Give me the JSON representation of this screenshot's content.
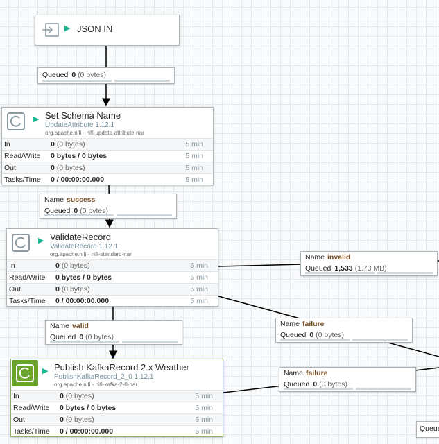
{
  "input_port": {
    "name": "JSON IN"
  },
  "processors": [
    {
      "name": "Set Schema Name",
      "type": "UpdateAttribute 1.12.1",
      "bundle": "org.apache.nifi - nifi-update-attribute-nar",
      "stats": [
        {
          "label": "In",
          "value": "0",
          "detail": "(0 bytes)",
          "time": "5 min"
        },
        {
          "label": "Read/Write",
          "value": "0 bytes / 0 bytes",
          "detail": "",
          "time": "5 min"
        },
        {
          "label": "Out",
          "value": "0",
          "detail": "(0 bytes)",
          "time": "5 min"
        },
        {
          "label": "Tasks/Time",
          "value": "0 / 00:00:00.000",
          "detail": "",
          "time": "5 min"
        }
      ]
    },
    {
      "name": "ValidateRecord",
      "type": "ValidateRecord 1.12.1",
      "bundle": "org.apache.nifi - nifi-standard-nar",
      "stats": [
        {
          "label": "In",
          "value": "0",
          "detail": "(0 bytes)",
          "time": "5 min"
        },
        {
          "label": "Read/Write",
          "value": "0 bytes / 0 bytes",
          "detail": "",
          "time": "5 min"
        },
        {
          "label": "Out",
          "value": "0",
          "detail": "(0 bytes)",
          "time": "5 min"
        },
        {
          "label": "Tasks/Time",
          "value": "0 / 00:00:00.000",
          "detail": "",
          "time": "5 min"
        }
      ]
    },
    {
      "name": "Publish KafkaRecord 2.x Weather",
      "type": "PublishKafkaRecord_2_0 1.12.1",
      "bundle": "org.apache.nifi - nifi-kafka-2-0-nar",
      "stats": [
        {
          "label": "In",
          "value": "0",
          "detail": "(0 bytes)",
          "time": "5 min"
        },
        {
          "label": "Read/Write",
          "value": "0 bytes / 0 bytes",
          "detail": "",
          "time": "5 min"
        },
        {
          "label": "Out",
          "value": "0",
          "detail": "(0 bytes)",
          "time": "5 min"
        },
        {
          "label": "Tasks/Time",
          "value": "0 / 00:00:00.000",
          "detail": "",
          "time": "5 min"
        }
      ]
    }
  ],
  "connections": [
    {
      "name_label": "",
      "name": "",
      "queued_label": "Queued",
      "count": "0",
      "size": "(0 bytes)"
    },
    {
      "name_label": "Name",
      "name": "success",
      "queued_label": "Queued",
      "count": "0",
      "size": "(0 bytes)"
    },
    {
      "name_label": "Name",
      "name": "invalid",
      "queued_label": "Queued",
      "count": "1,533",
      "size": "(1.73 MB)"
    },
    {
      "name_label": "Name",
      "name": "valid",
      "queued_label": "Queued",
      "count": "0",
      "size": "(0 bytes)"
    },
    {
      "name_label": "Name",
      "name": "failure",
      "queued_label": "Queued",
      "count": "0",
      "size": "(0 bytes)"
    },
    {
      "name_label": "Name",
      "name": "failure",
      "queued_label": "Queued",
      "count": "0",
      "size": "(0 bytes)"
    },
    {
      "name_label": "",
      "name": "",
      "queued_label": "Queue",
      "count": "",
      "size": ""
    }
  ],
  "colors": {
    "running": "#1bb58f",
    "kafka_icon_bg": "#6ba42d",
    "edge": "#000000"
  },
  "icons": {
    "input_port": "input-port-icon",
    "processor": "processor-icon",
    "run_state": "play-icon"
  }
}
